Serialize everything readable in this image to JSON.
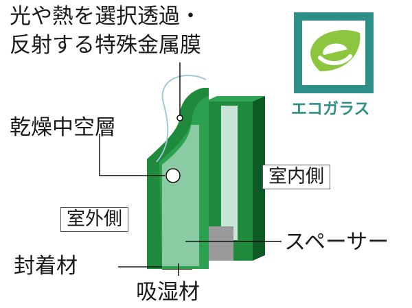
{
  "labels": {
    "coating_line1": "光や熱を選択透過・",
    "coating_line2": "反射する特殊金属膜",
    "air_layer": "乾燥中空層",
    "indoor": "室内側",
    "outdoor": "室外側",
    "spacer": "スペーサー",
    "sealant": "封着材",
    "desiccant": "吸湿材"
  },
  "logo": {
    "text": "エコガラス",
    "icon": "leaf-e-icon",
    "color": "#2e8f86"
  },
  "colors": {
    "glass_green": "#1f8a3c",
    "glass_dark": "#0e5a24",
    "glass_face": "#d9efe9",
    "spacer_gray": "#9a9a9a",
    "desiccant_brown": "#b5651d"
  }
}
